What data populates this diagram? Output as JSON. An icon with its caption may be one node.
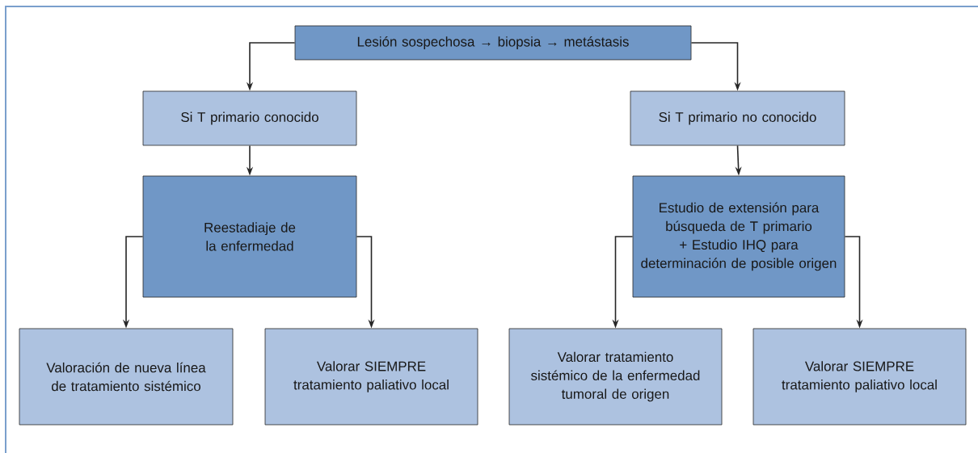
{
  "diagram": {
    "nodes": [
      {
        "text": [
          "Lesión sospechosa → biopsia → metástasis"
        ]
      },
      {
        "text": [
          "Si T primario conocido"
        ]
      },
      {
        "text": [
          "Si T primario no conocido"
        ]
      },
      {
        "text": [
          "Reestadiaje de la enfermedad"
        ]
      },
      {
        "text": [
          "Estudio de extensión para búsqueda de T primario + Estudio IHQ para determinación de posible origen"
        ]
      },
      {
        "text": [
          "Valoración de nueva línea de tratamiento sistémico"
        ]
      },
      {
        "text": [
          "Valorar SIEMPRE tratamiento paliativo local"
        ]
      },
      {
        "text": [
          "Valorar tratamiento sistémico de la enfermedad tumoral de origen"
        ]
      },
      {
        "text": [
          "Valorar SIEMPRE tratamiento paliativo local"
        ]
      }
    ],
    "edges": [
      {
        "from": 0,
        "to": 1,
        "arrow": "to"
      },
      {
        "from": 0,
        "to": 2,
        "arrow": "to"
      },
      {
        "from": 1,
        "to": 3,
        "arrow": "to"
      },
      {
        "from": 2,
        "to": 4,
        "arrow": "to"
      },
      {
        "from": 3,
        "to": 5,
        "arrow": "to"
      },
      {
        "from": 3,
        "to": 6,
        "arrow": "to"
      },
      {
        "from": 4,
        "to": 7,
        "arrow": "to"
      },
      {
        "from": 4,
        "to": 8,
        "arrow": "to"
      }
    ]
  }
}
